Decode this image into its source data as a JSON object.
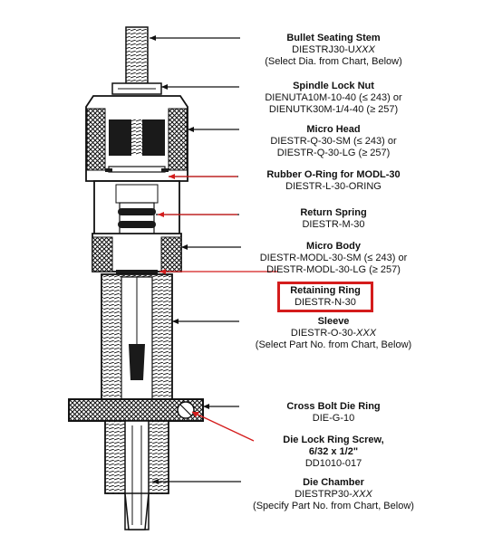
{
  "callouts": [
    {
      "id": "stem",
      "title": "Bullet Seating Stem",
      "lines": [
        [
          "DIESTRJ30-U",
          {
            "i": "XXX"
          }
        ],
        [
          "(Select Dia. from Chart, Below)"
        ]
      ],
      "highlight": false
    },
    {
      "id": "locknut",
      "title": "Spindle Lock Nut",
      "lines": [
        [
          "DIENUTA10M-10-40 (≤ 243) or"
        ],
        [
          "DIENUTK30M-1/4-40 (≥ 257)"
        ]
      ],
      "highlight": false
    },
    {
      "id": "microhead",
      "title": "Micro Head",
      "lines": [
        [
          "DIESTR-Q-30-SM (≤ 243) or"
        ],
        [
          "DIESTR-Q-30-LG (≥ 257)"
        ]
      ],
      "highlight": false
    },
    {
      "id": "oring",
      "title": "Rubber O-Ring for MODL-30",
      "lines": [
        [
          "DIESTR-L-30-ORING"
        ]
      ],
      "highlight": false
    },
    {
      "id": "spring",
      "title": "Return Spring",
      "lines": [
        [
          "DIESTR-M-30"
        ]
      ],
      "highlight": false
    },
    {
      "id": "microbody",
      "title": "Micro Body",
      "lines": [
        [
          "DIESTR-MODL-30-SM (≤ 243) or"
        ],
        [
          "DIESTR-MODL-30-LG (≥ 257)"
        ]
      ],
      "highlight": false
    },
    {
      "id": "retaining",
      "title": "Retaining Ring",
      "lines": [
        [
          "DIESTR-N-30"
        ]
      ],
      "highlight": true
    },
    {
      "id": "sleeve",
      "title": "Sleeve",
      "lines": [
        [
          "DIESTR-O-30-",
          {
            "i": "XXX"
          }
        ],
        [
          "(Select Part No. from Chart, Below)"
        ]
      ],
      "highlight": false
    },
    {
      "id": "crossbolt",
      "title": "Cross Bolt Die Ring",
      "lines": [
        [
          "DIE-G-10"
        ]
      ],
      "highlight": false
    },
    {
      "id": "screw",
      "title": "Die Lock Ring Screw,",
      "title2": "6/32 x 1/2\"",
      "lines": [
        [
          "DD1010-017"
        ]
      ],
      "highlight": false
    },
    {
      "id": "chamber",
      "title": "Die Chamber",
      "lines": [
        [
          "DIESTRP30-",
          {
            "i": "XXX"
          }
        ],
        [
          "(Specify Part No. from Chart, Below)"
        ]
      ],
      "highlight": false
    }
  ],
  "colors": {
    "highlight": "#d41c1c",
    "ink": "#111111",
    "leader": "#111111",
    "red_leader": "#d41c1c"
  }
}
